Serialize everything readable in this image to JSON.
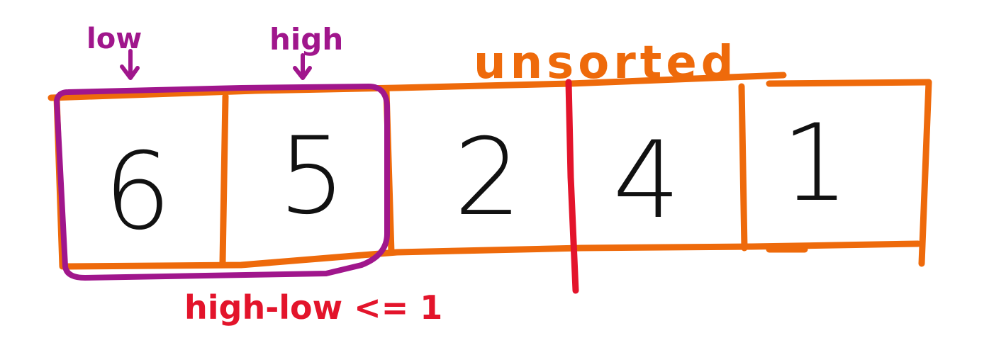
{
  "array": {
    "cells": [
      "6",
      "5",
      "2",
      "4",
      "1"
    ]
  },
  "pointers": {
    "low_label": "low",
    "high_label": "high"
  },
  "region_label": "unsorted",
  "condition_label": "high-low <= 1",
  "colors": {
    "array_outline": "#ee6a0b",
    "window_outline": "#a0168c",
    "divider": "#e3142b",
    "pointer_text": "#a0168c",
    "region_text": "#ee6a0b",
    "condition_text": "#e3142b",
    "digit": "#111111"
  }
}
